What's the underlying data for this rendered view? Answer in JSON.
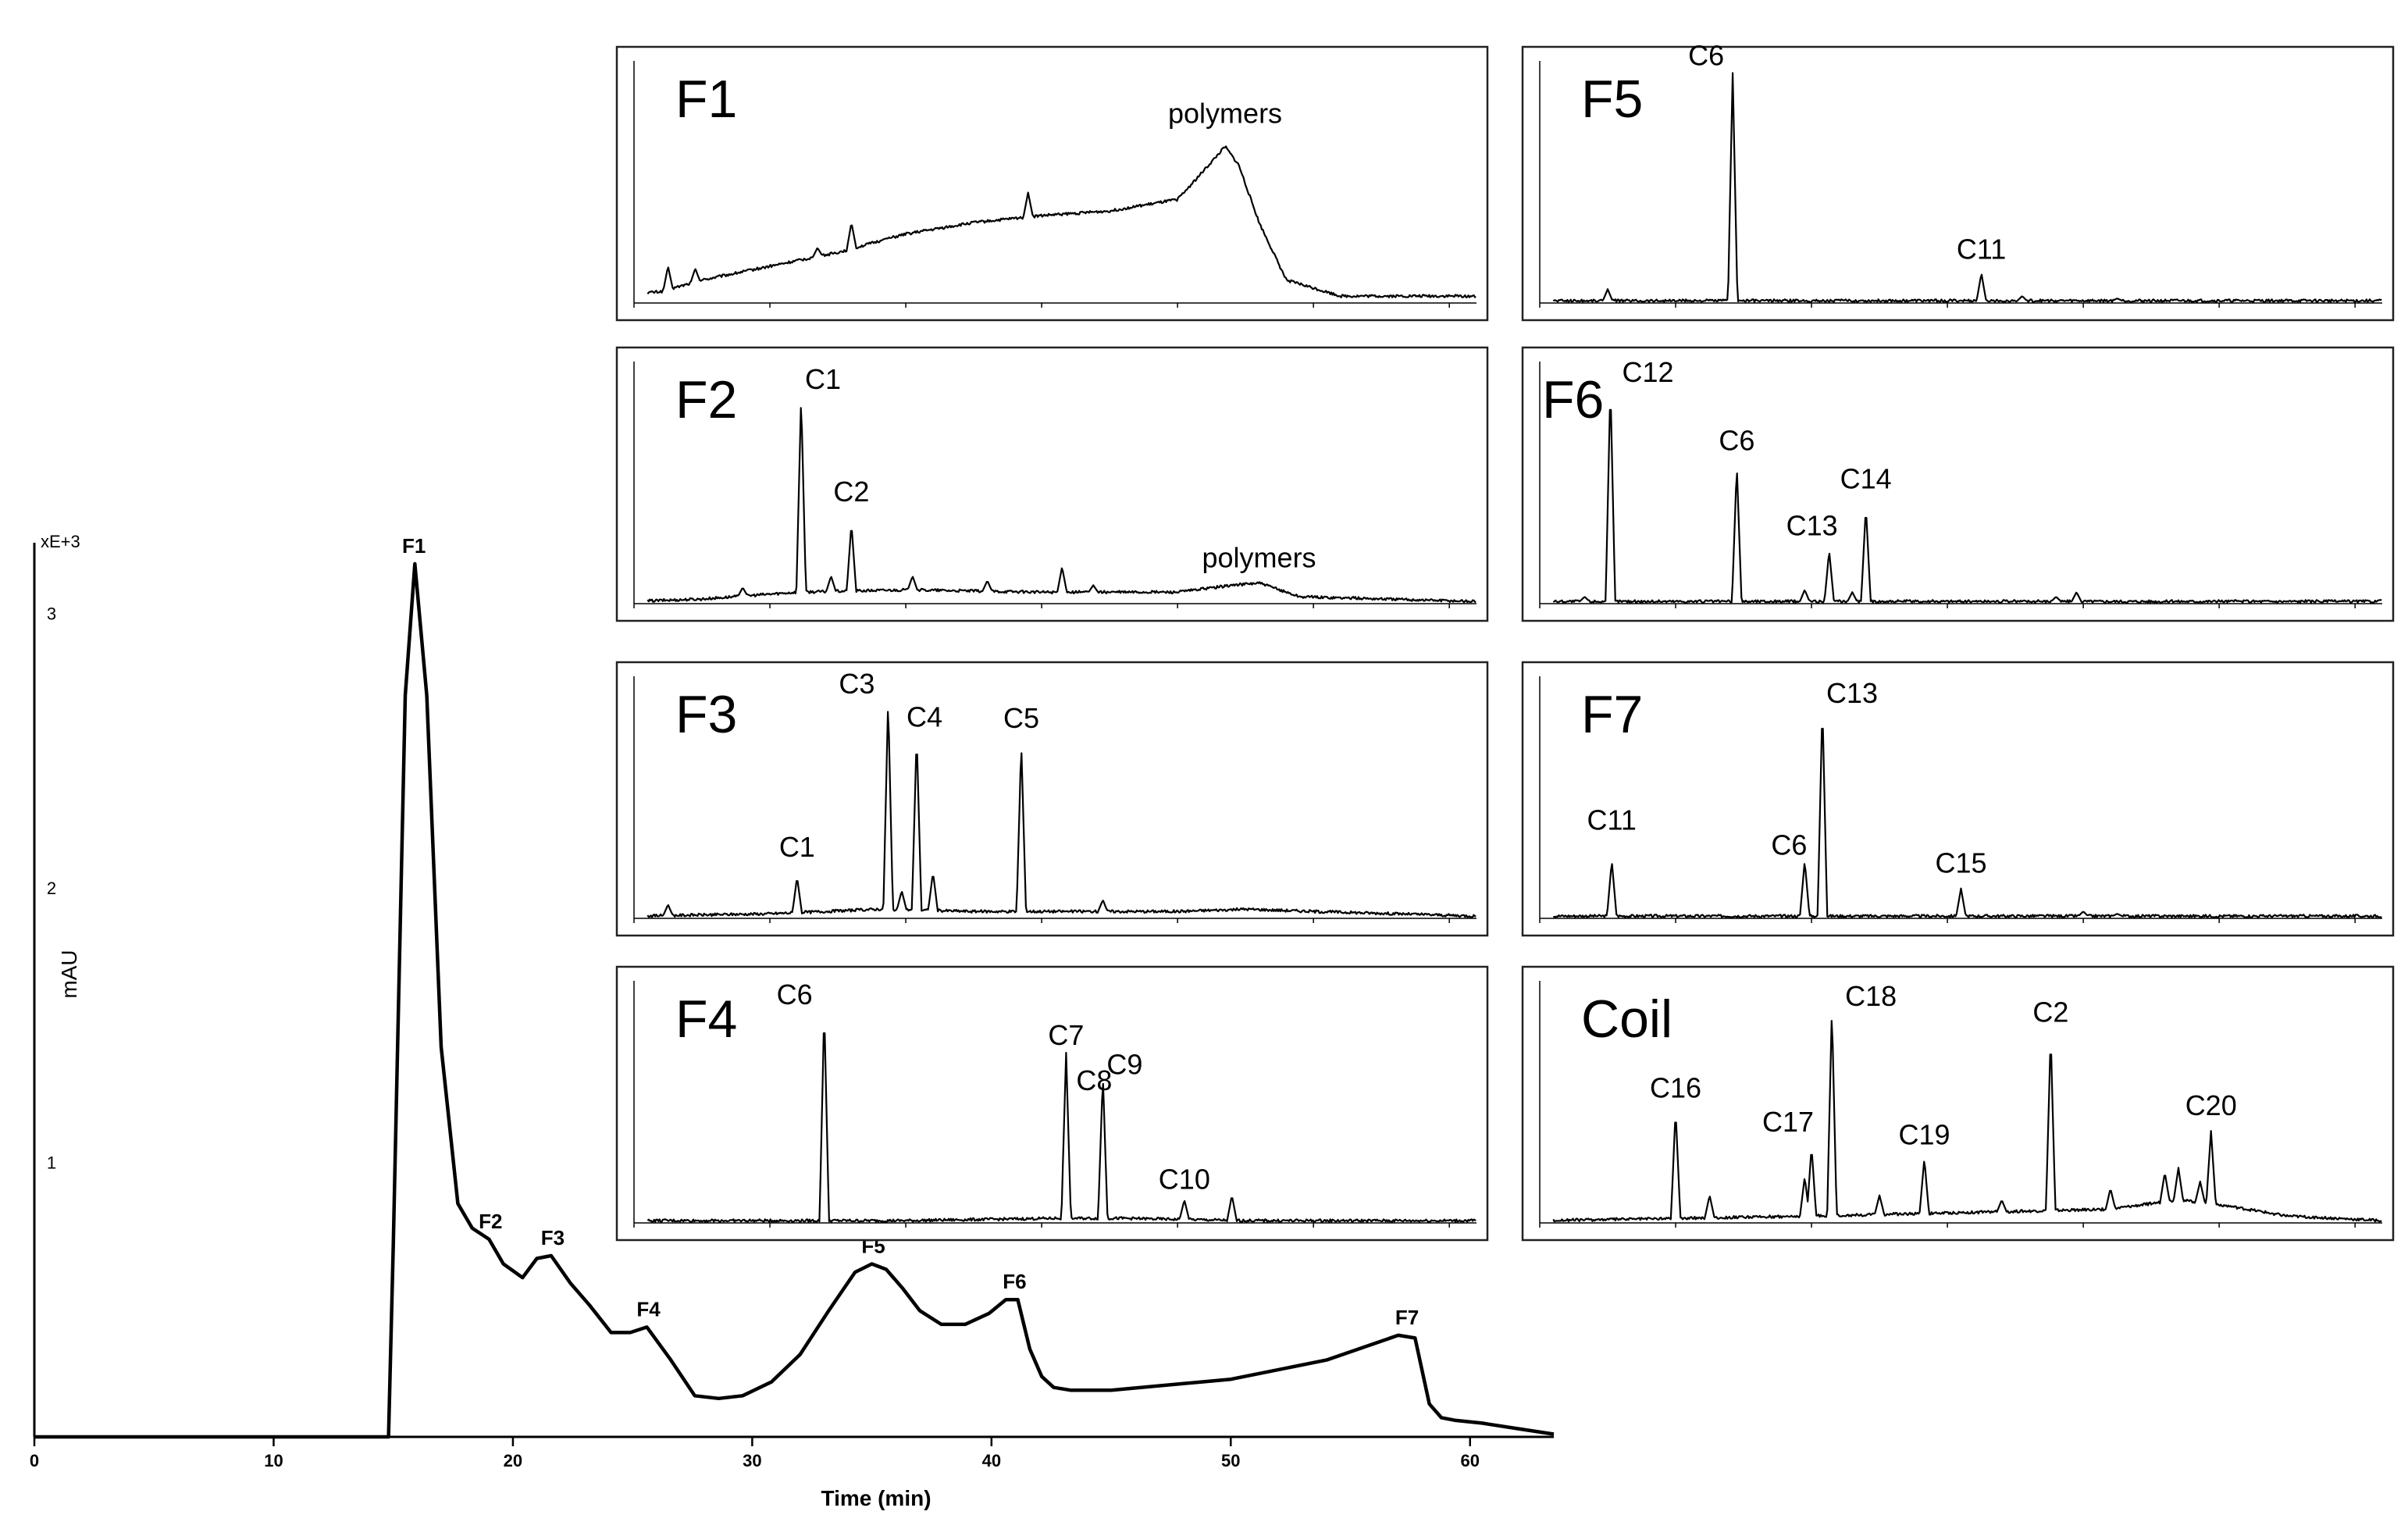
{
  "chart_data": [
    {
      "type": "line",
      "name": "main",
      "xlabel": "Time (min)",
      "ylabel": "mAU",
      "y_multiplier": "xE+3",
      "xlim": [
        0,
        63.5
      ],
      "ylim": [
        0,
        3.2
      ],
      "xticks": [
        0,
        10,
        20,
        30,
        40,
        50,
        60
      ],
      "yticks": [
        1,
        2,
        3
      ],
      "x": [
        0,
        14.8,
        15.0,
        15.5,
        15.9,
        16.4,
        17.0,
        17.7,
        18.3,
        19.0,
        19.6,
        20.4,
        21.0,
        21.6,
        22.4,
        23.2,
        24.1,
        24.9,
        25.6,
        26.6,
        27.6,
        28.6,
        29.6,
        30.8,
        32.0,
        33.2,
        34.3,
        35.0,
        35.6,
        36.3,
        37.0,
        37.9,
        38.9,
        39.9,
        40.6,
        41.1,
        41.6,
        42.1,
        42.6,
        43.3,
        45.0,
        50.0,
        54.0,
        57.0,
        57.7,
        58.3,
        58.8,
        59.4,
        60.5,
        62.0,
        63.5
      ],
      "y": [
        0.0,
        0.0,
        0.7,
        2.7,
        3.18,
        2.7,
        1.42,
        0.85,
        0.76,
        0.72,
        0.63,
        0.58,
        0.65,
        0.66,
        0.56,
        0.48,
        0.38,
        0.38,
        0.4,
        0.28,
        0.15,
        0.14,
        0.15,
        0.2,
        0.3,
        0.46,
        0.6,
        0.63,
        0.61,
        0.54,
        0.46,
        0.41,
        0.41,
        0.45,
        0.5,
        0.5,
        0.32,
        0.22,
        0.18,
        0.17,
        0.17,
        0.21,
        0.28,
        0.37,
        0.36,
        0.12,
        0.07,
        0.06,
        0.05,
        0.03,
        0.01
      ],
      "annotations": [
        {
          "text": "F1",
          "x": 15.8,
          "y": 3.18
        },
        {
          "text": "F2",
          "x": 19.0,
          "y": 0.72
        },
        {
          "text": "F3",
          "x": 21.6,
          "y": 0.66
        },
        {
          "text": "F4",
          "x": 25.6,
          "y": 0.4
        },
        {
          "text": "F5",
          "x": 35.0,
          "y": 0.63
        },
        {
          "text": "F6",
          "x": 40.9,
          "y": 0.5
        },
        {
          "text": "F7",
          "x": 57.3,
          "y": 0.37
        }
      ]
    },
    {
      "type": "line",
      "title": "F1",
      "xlim": [
        0,
        62
      ],
      "peaks": [
        {
          "label": "polymers",
          "x": 43.5,
          "y": 0.68
        }
      ],
      "baseline": [
        [
          0,
          0.04
        ],
        [
          2,
          0.05
        ],
        [
          5,
          0.1
        ],
        [
          10,
          0.16
        ],
        [
          15,
          0.22
        ],
        [
          20,
          0.3
        ],
        [
          25,
          0.35
        ],
        [
          30,
          0.38
        ],
        [
          35,
          0.4
        ],
        [
          40,
          0.45
        ],
        [
          42,
          0.58
        ],
        [
          43.5,
          0.68
        ],
        [
          44.5,
          0.6
        ],
        [
          46,
          0.35
        ],
        [
          48,
          0.1
        ],
        [
          52,
          0.03
        ],
        [
          62,
          0.03
        ]
      ],
      "spikes": [
        [
          2.5,
          0.16
        ],
        [
          4.5,
          0.15
        ],
        [
          10.5,
          0.14
        ],
        [
          13.5,
          0.24
        ],
        [
          16,
          0.35
        ],
        [
          18.5,
          0.28
        ],
        [
          21,
          0.24
        ],
        [
          24.5,
          0.32
        ],
        [
          29,
          0.48
        ]
      ]
    },
    {
      "type": "line",
      "title": "F2",
      "xlim": [
        0,
        62
      ],
      "peaks": [
        {
          "label": "C1",
          "x": 12.3,
          "y": 0.9
        },
        {
          "label": "C2",
          "x": 16,
          "y": 0.35
        },
        {
          "label": "polymers",
          "x": 46,
          "y": 0.09
        }
      ],
      "baseline": [
        [
          0,
          0.01
        ],
        [
          5,
          0.02
        ],
        [
          12,
          0.05
        ],
        [
          20,
          0.06
        ],
        [
          30,
          0.05
        ],
        [
          40,
          0.05
        ],
        [
          44,
          0.08
        ],
        [
          46,
          0.09
        ],
        [
          49,
          0.03
        ],
        [
          62,
          0.01
        ]
      ],
      "spikes": [
        [
          8,
          0.07
        ],
        [
          12.3,
          0.9
        ],
        [
          14.5,
          0.12
        ],
        [
          16,
          0.35
        ],
        [
          20.5,
          0.12
        ],
        [
          26,
          0.1
        ],
        [
          31.5,
          0.16
        ],
        [
          33.8,
          0.08
        ]
      ]
    },
    {
      "type": "line",
      "title": "F3",
      "xlim": [
        0,
        62
      ],
      "peaks": [
        {
          "label": "C1",
          "x": 12,
          "y": 0.18
        },
        {
          "label": "C3",
          "x": 18.7,
          "y": 0.95
        },
        {
          "label": "C4",
          "x": 20.8,
          "y": 0.8
        },
        {
          "label": "C5",
          "x": 28.5,
          "y": 0.76
        }
      ],
      "baseline": [
        [
          0,
          0.01
        ],
        [
          10,
          0.02
        ],
        [
          18,
          0.04
        ],
        [
          25,
          0.03
        ],
        [
          40,
          0.03
        ],
        [
          45,
          0.04
        ],
        [
          50,
          0.03
        ],
        [
          62,
          0.01
        ]
      ],
      "spikes": [
        [
          2.5,
          0.06
        ],
        [
          12,
          0.18
        ],
        [
          18.7,
          0.95
        ],
        [
          19.7,
          0.12
        ],
        [
          20.8,
          0.8
        ],
        [
          22,
          0.2
        ],
        [
          28.5,
          0.76
        ],
        [
          34.5,
          0.08
        ]
      ]
    },
    {
      "type": "line",
      "title": "F4",
      "xlim": [
        0,
        62
      ],
      "peaks": [
        {
          "label": "C6",
          "x": 14,
          "y": 0.93
        },
        {
          "label": "C7",
          "x": 31.8,
          "y": 0.74
        },
        {
          "label": "C8",
          "x": 31.8,
          "y": 0.74
        },
        {
          "label": "C9",
          "x": 34.5,
          "y": 0.64
        },
        {
          "label": "C10",
          "x": 40.5,
          "y": 0.1
        }
      ],
      "baseline": [
        [
          0,
          0.01
        ],
        [
          20,
          0.01
        ],
        [
          31,
          0.02
        ],
        [
          36,
          0.02
        ],
        [
          45,
          0.01
        ],
        [
          62,
          0.01
        ]
      ],
      "spikes": [
        [
          14,
          0.93
        ],
        [
          31.8,
          0.74
        ],
        [
          34.5,
          0.64
        ],
        [
          40.5,
          0.1
        ],
        [
          44,
          0.12
        ]
      ]
    },
    {
      "type": "line",
      "title": "F5",
      "xlim": [
        0,
        62
      ],
      "peaks": [
        {
          "label": "C6",
          "x": 14.2,
          "y": 1.0
        },
        {
          "label": "C11",
          "x": 32.5,
          "y": 0.13
        }
      ],
      "baseline": [
        [
          0,
          0.01
        ],
        [
          62,
          0.01
        ]
      ],
      "spikes": [
        [
          5,
          0.06
        ],
        [
          14.2,
          1.0
        ],
        [
          32.5,
          0.13
        ],
        [
          35.5,
          0.03
        ],
        [
          42.5,
          0.02
        ]
      ]
    },
    {
      "type": "line",
      "title": "F6",
      "xlim": [
        0,
        62
      ],
      "peaks": [
        {
          "label": "C12",
          "x": 5.2,
          "y": 0.95
        },
        {
          "label": "C6",
          "x": 14.5,
          "y": 0.6
        },
        {
          "label": "C13",
          "x": 21.3,
          "y": 0.23
        },
        {
          "label": "C14",
          "x": 24,
          "y": 0.42
        }
      ],
      "baseline": [
        [
          0,
          0.01
        ],
        [
          62,
          0.01
        ]
      ],
      "spikes": [
        [
          3.3,
          0.03
        ],
        [
          5.2,
          0.95
        ],
        [
          14.5,
          0.6
        ],
        [
          19.5,
          0.06
        ],
        [
          21.3,
          0.23
        ],
        [
          23,
          0.05
        ],
        [
          24,
          0.42
        ],
        [
          38,
          0.03
        ],
        [
          39.5,
          0.05
        ]
      ]
    },
    {
      "type": "line",
      "title": "F7",
      "xlim": [
        0,
        62
      ],
      "peaks": [
        {
          "label": "C11",
          "x": 5.3,
          "y": 0.25
        },
        {
          "label": "C6",
          "x": 19.5,
          "y": 0.25
        },
        {
          "label": "C13",
          "x": 20.8,
          "y": 0.93
        },
        {
          "label": "C15",
          "x": 31,
          "y": 0.13
        }
      ],
      "baseline": [
        [
          0,
          0.01
        ],
        [
          62,
          0.01
        ]
      ],
      "spikes": [
        [
          5.3,
          0.25
        ],
        [
          19.5,
          0.25
        ],
        [
          20.8,
          0.93
        ],
        [
          31,
          0.13
        ],
        [
          40,
          0.03
        ],
        [
          42.5,
          0.02
        ]
      ]
    },
    {
      "type": "line",
      "title": "Coil",
      "xlim": [
        0,
        62
      ],
      "peaks": [
        {
          "label": "C16",
          "x": 10,
          "y": 0.49
        },
        {
          "label": "C17",
          "x": 20,
          "y": 0.33
        },
        {
          "label": "C18",
          "x": 21.5,
          "y": 0.93
        },
        {
          "label": "C19",
          "x": 28.3,
          "y": 0.28
        },
        {
          "label": "C2",
          "x": 37.6,
          "y": 0.82
        },
        {
          "label": "C20",
          "x": 49.4,
          "y": 0.4
        }
      ],
      "baseline": [
        [
          0,
          0.01
        ],
        [
          20,
          0.03
        ],
        [
          35,
          0.05
        ],
        [
          42,
          0.06
        ],
        [
          47,
          0.1
        ],
        [
          50,
          0.08
        ],
        [
          55,
          0.03
        ],
        [
          62,
          0.01
        ]
      ],
      "spikes": [
        [
          10,
          0.49
        ],
        [
          12.5,
          0.12
        ],
        [
          19.5,
          0.2
        ],
        [
          20,
          0.33
        ],
        [
          21.5,
          0.93
        ],
        [
          25,
          0.12
        ],
        [
          28.3,
          0.28
        ],
        [
          34,
          0.1
        ],
        [
          37.6,
          0.82
        ],
        [
          42,
          0.15
        ],
        [
          46,
          0.22
        ],
        [
          47,
          0.24
        ],
        [
          48.6,
          0.18
        ],
        [
          49.4,
          0.4
        ]
      ]
    }
  ]
}
